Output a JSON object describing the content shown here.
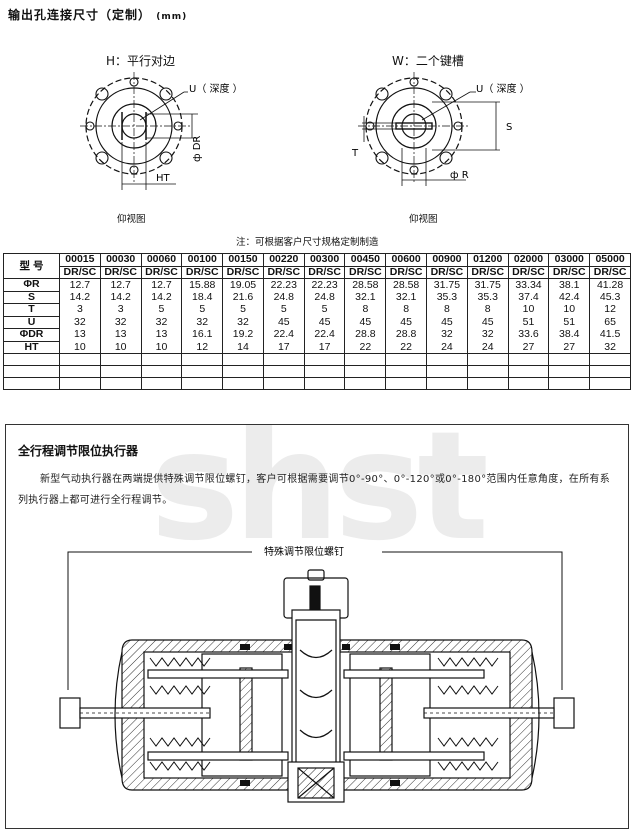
{
  "header": {
    "title": "输出孔连接尺寸（定制）",
    "unit": "(mm)"
  },
  "diagrams": {
    "left": {
      "label": "H：平行对边",
      "callout": "U（ 深度 ）",
      "dim_vertical": "ф DR",
      "dim_horizontal": "HT",
      "caption": "仰视图"
    },
    "right": {
      "label": "W：二个键槽",
      "callout": "U（ 深度 ）",
      "dim_left": "T",
      "dim_right": "S",
      "dim_bottom": "ф R",
      "caption": "仰视图"
    }
  },
  "note": "注：可根据客户尺寸规格定制制造",
  "table": {
    "model_label": "型  号",
    "models": [
      "00015",
      "00030",
      "00060",
      "00100",
      "00150",
      "00220",
      "00300",
      "00450",
      "00600",
      "00900",
      "01200",
      "02000",
      "03000",
      "05000"
    ],
    "types": [
      "DR/SC",
      "DR/SC",
      "DR/SC",
      "DR/SC",
      "DR/SC",
      "DR/SC",
      "DR/SC",
      "DR/SC",
      "DR/SC",
      "DR/SC",
      "DR/SC",
      "DR/SC",
      "DR/SC",
      "DR/SC"
    ],
    "rows": [
      {
        "label": "ΦR",
        "values": [
          "12.7",
          "12.7",
          "12.7",
          "15.88",
          "19.05",
          "22.23",
          "22.23",
          "28.58",
          "28.58",
          "31.75",
          "31.75",
          "33.34",
          "38.1",
          "41.28"
        ]
      },
      {
        "label": "S",
        "values": [
          "14.2",
          "14.2",
          "14.2",
          "18.4",
          "21.6",
          "24.8",
          "24.8",
          "32.1",
          "32.1",
          "35.3",
          "35.3",
          "37.4",
          "42.4",
          "45.3"
        ]
      },
      {
        "label": "T",
        "values": [
          "3",
          "3",
          "5",
          "5",
          "5",
          "5",
          "5",
          "8",
          "8",
          "8",
          "8",
          "10",
          "10",
          "12"
        ]
      },
      {
        "label": "U",
        "values": [
          "32",
          "32",
          "32",
          "32",
          "32",
          "45",
          "45",
          "45",
          "45",
          "45",
          "45",
          "51",
          "51",
          "65"
        ]
      },
      {
        "label": "ΦDR",
        "values": [
          "13",
          "13",
          "13",
          "16.1",
          "19.2",
          "22.4",
          "22.4",
          "28.8",
          "28.8",
          "32",
          "32",
          "33.6",
          "38.4",
          "41.5"
        ]
      },
      {
        "label": "HT",
        "values": [
          "10",
          "10",
          "10",
          "12",
          "14",
          "17",
          "17",
          "22",
          "22",
          "24",
          "24",
          "27",
          "27",
          "32"
        ]
      }
    ]
  },
  "section": {
    "title": "全行程调节限位执行器",
    "paragraph": "新型气动执行器在两端提供特殊调节限位螺钉，客户可根据需要调节0°-90°、0°-120°或0°-180°范围内任意角度，在所有系列执行器上都可进行全行程调节。",
    "callout": "特殊调节限位螺钉"
  },
  "watermark": "shst"
}
